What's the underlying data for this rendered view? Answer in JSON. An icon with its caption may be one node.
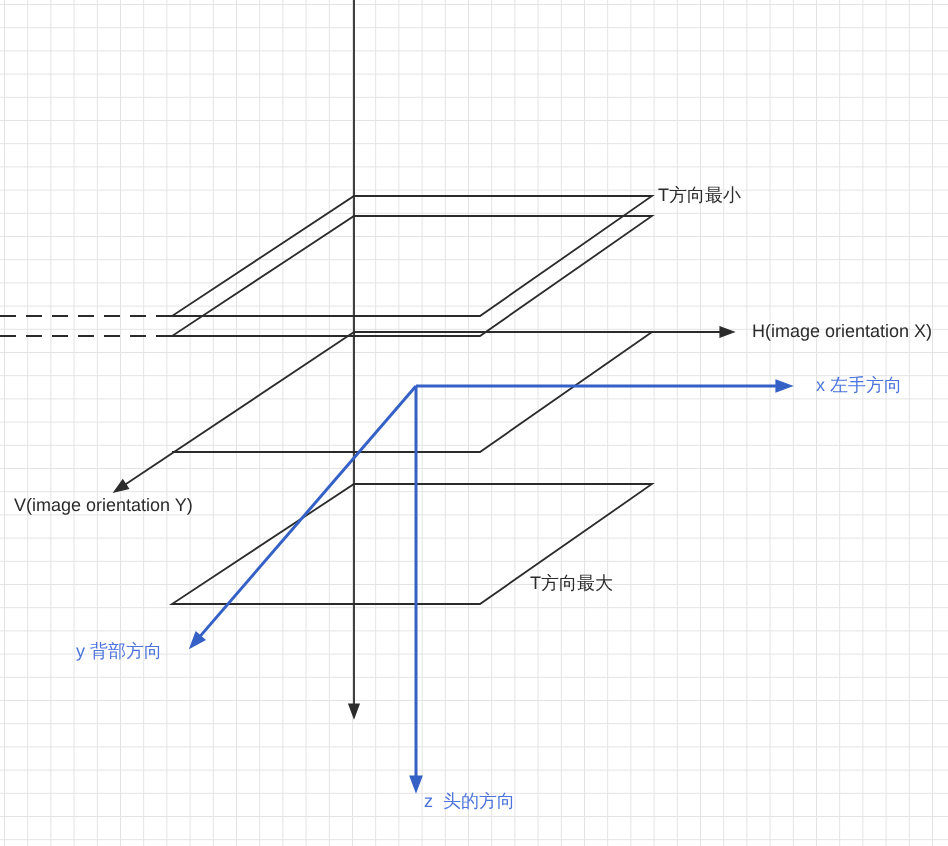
{
  "diagram": {
    "labels": [
      "T方向最小",
      "H(image orientation X)",
      "x 左手方向",
      "V(image orientation Y)",
      "y 背部方向",
      "T方向最大",
      "z  头的方向"
    ]
  }
}
